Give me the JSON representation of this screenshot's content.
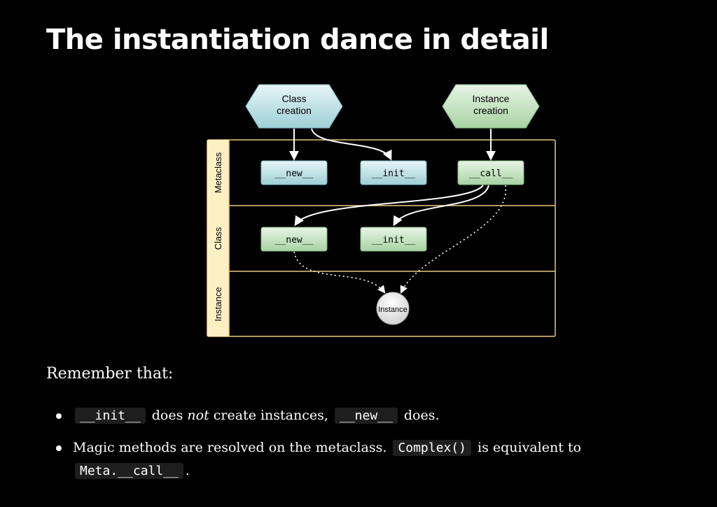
{
  "slide": {
    "title": "The instantiation dance in detail",
    "intro": "Remember that:"
  },
  "diagram": {
    "top_nodes": {
      "class_creation": [
        "Class",
        "creation"
      ],
      "instance_creation": [
        "Instance",
        "creation"
      ]
    },
    "lanes": {
      "metaclass": "Metaclass",
      "class": "Class",
      "instance": "Instance"
    },
    "methods": {
      "meta_new": "__new__",
      "meta_init": "__init__",
      "meta_call": "__call__",
      "class_new": "__new__",
      "class_init": "__init__"
    },
    "instance_node": "Instance"
  },
  "bullets": [
    {
      "code1": "__init__",
      "text1": "does",
      "emph": "not",
      "text2": "create instances,",
      "code2": "__new__",
      "text3": "does."
    },
    {
      "text1": "Magic methods are resolved on the metaclass.",
      "code1": "Complex()",
      "text2": "is equivalent to",
      "code2": "Meta.__call__",
      "text3": "."
    }
  ]
}
